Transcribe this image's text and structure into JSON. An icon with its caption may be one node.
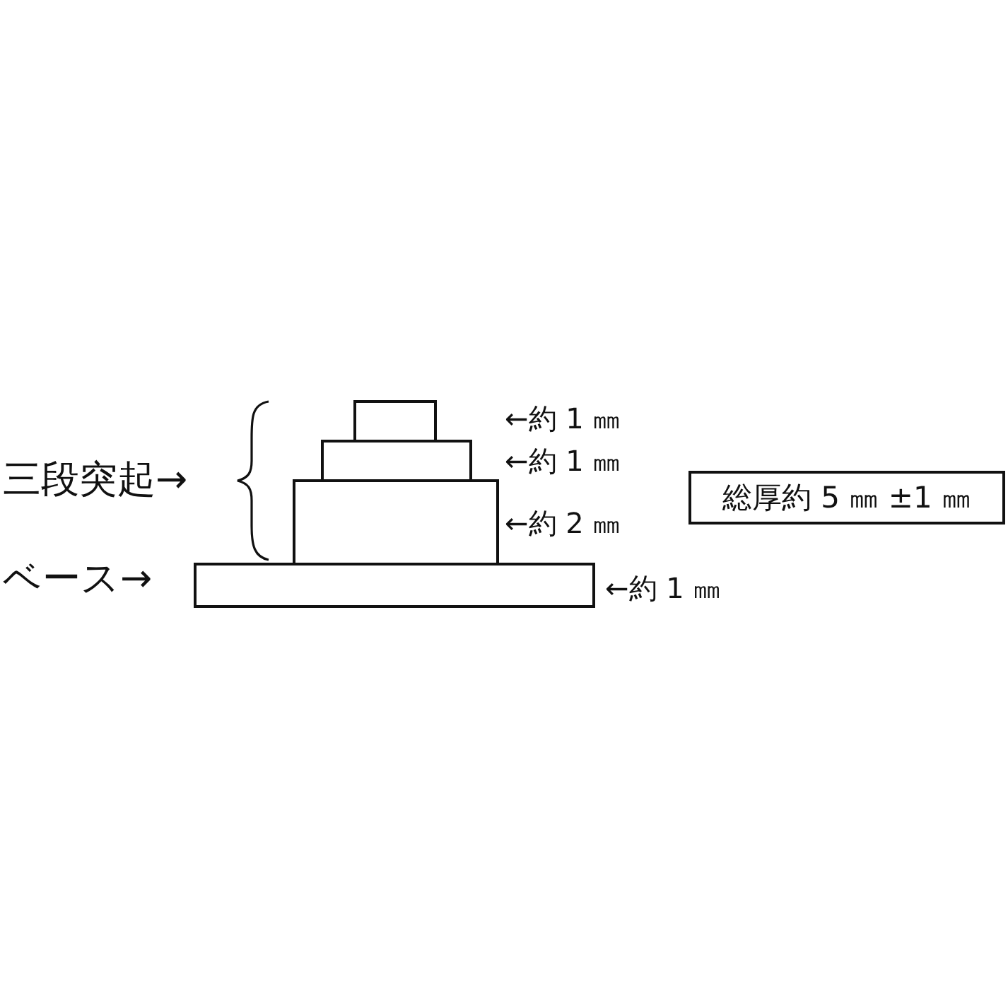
{
  "diagram": {
    "nodes": [
      {
        "text": [],
        "shape": "box"
      },
      {
        "text": [],
        "shape": "box"
      },
      {
        "text": [],
        "shape": "box"
      },
      {
        "text": [],
        "shape": "box"
      },
      {
        "text": [
          "総厚約 5 ㎜ ±1 ㎜"
        ]
      }
    ],
    "labels": [
      "←約 1 ㎜",
      "←約 1 ㎜",
      "三段突起→",
      "←約 2 ㎜",
      "ベース→",
      "←約 1 ㎜"
    ]
  }
}
